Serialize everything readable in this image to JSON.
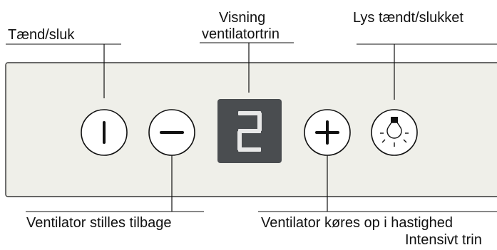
{
  "labels": {
    "power": "Tænd/sluk",
    "display_line1": "Visning",
    "display_line2": "ventilatortrin",
    "light": "Lys tændt/slukket",
    "fan_down": "Ventilator stilles tilbage",
    "fan_up_line1": "Ventilator køres op i hastighed",
    "fan_up_line2": "Intensivt trin"
  },
  "display": {
    "value": "2"
  },
  "buttons": {
    "power_symbol": "I",
    "minus_symbol": "−",
    "plus_symbol": "+",
    "light_icon": "lamp-icon"
  },
  "colors": {
    "panel_fill": "#efefe9",
    "display_bg": "#4a4d50",
    "display_digit": "#e8e8e8",
    "stroke": "#111111"
  }
}
